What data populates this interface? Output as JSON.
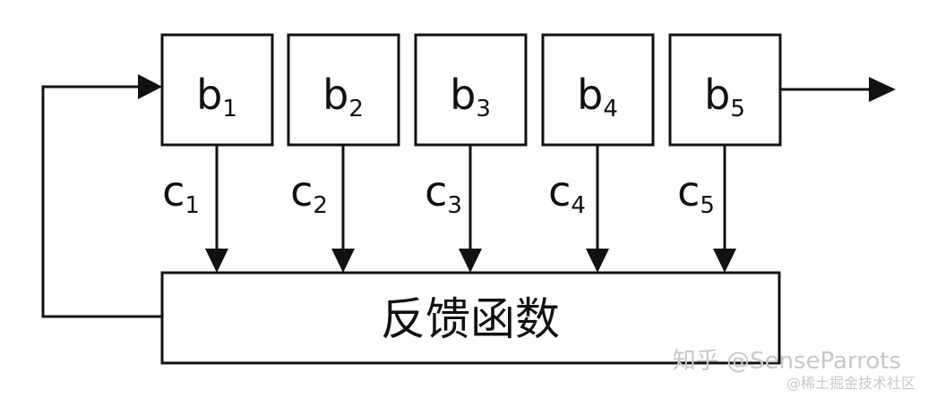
{
  "registers": [
    {
      "base": "b",
      "index": "1"
    },
    {
      "base": "b",
      "index": "2"
    },
    {
      "base": "b",
      "index": "3"
    },
    {
      "base": "b",
      "index": "4"
    },
    {
      "base": "b",
      "index": "5"
    }
  ],
  "taps": [
    {
      "base": "c",
      "index": "1"
    },
    {
      "base": "c",
      "index": "2"
    },
    {
      "base": "c",
      "index": "3"
    },
    {
      "base": "c",
      "index": "4"
    },
    {
      "base": "c",
      "index": "5"
    }
  ],
  "feedback_function": {
    "label": "反馈函数"
  },
  "watermark": {
    "line1": "知乎 @SenseParrots",
    "line2": "@稀土掘金技术社区"
  }
}
